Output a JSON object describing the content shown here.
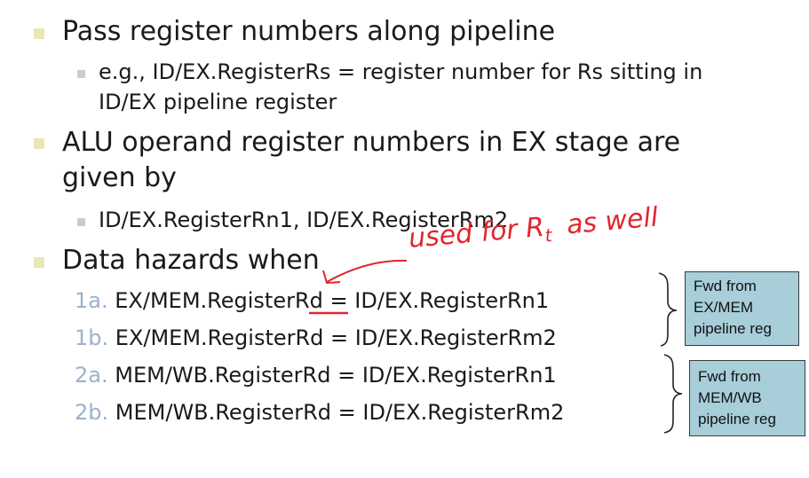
{
  "bullets": {
    "b1": "Pass register numbers along pipeline",
    "b1_sub_line1": "e.g., ID/EX.RegisterRs = register number for Rs sitting in",
    "b1_sub_line2": "ID/EX pipeline register",
    "b2_line1": "ALU operand register numbers in EX stage are",
    "b2_line2": "given by",
    "b2_sub": "ID/EX.RegisterRn1, ID/EX.RegisterRm2",
    "b3": "Data hazards when"
  },
  "conditions": [
    {
      "num": "1a.",
      "pre": "EX/MEM.Register",
      "reg": "Rd",
      "post": " = ID/EX.RegisterRn1"
    },
    {
      "num": "1b.",
      "text": "EX/MEM.RegisterRd = ID/EX.RegisterRm2"
    },
    {
      "num": "2a.",
      "text": "MEM/WB.RegisterRd = ID/EX.RegisterRn1"
    },
    {
      "num": "2b.",
      "text": "MEM/WB.RegisterRd = ID/EX.RegisterRm2"
    }
  ],
  "annotation": {
    "text_main": "used for R",
    "text_sub": "t",
    "text_end": "as well"
  },
  "boxes": {
    "fwd_exmem": {
      "line1": "Fwd from",
      "line2": "EX/MEM",
      "line3": "pipeline reg"
    },
    "fwd_memwb": {
      "line1": "Fwd from",
      "line2": "MEM/WB",
      "line3": "pipeline reg"
    }
  },
  "colors": {
    "bullet_level1": "#e9e8b4",
    "bullet_level2": "#c6ccd4",
    "number_label": "#9bb1cc",
    "annotation": "#e0262f",
    "box_fill": "#a7ced9"
  }
}
